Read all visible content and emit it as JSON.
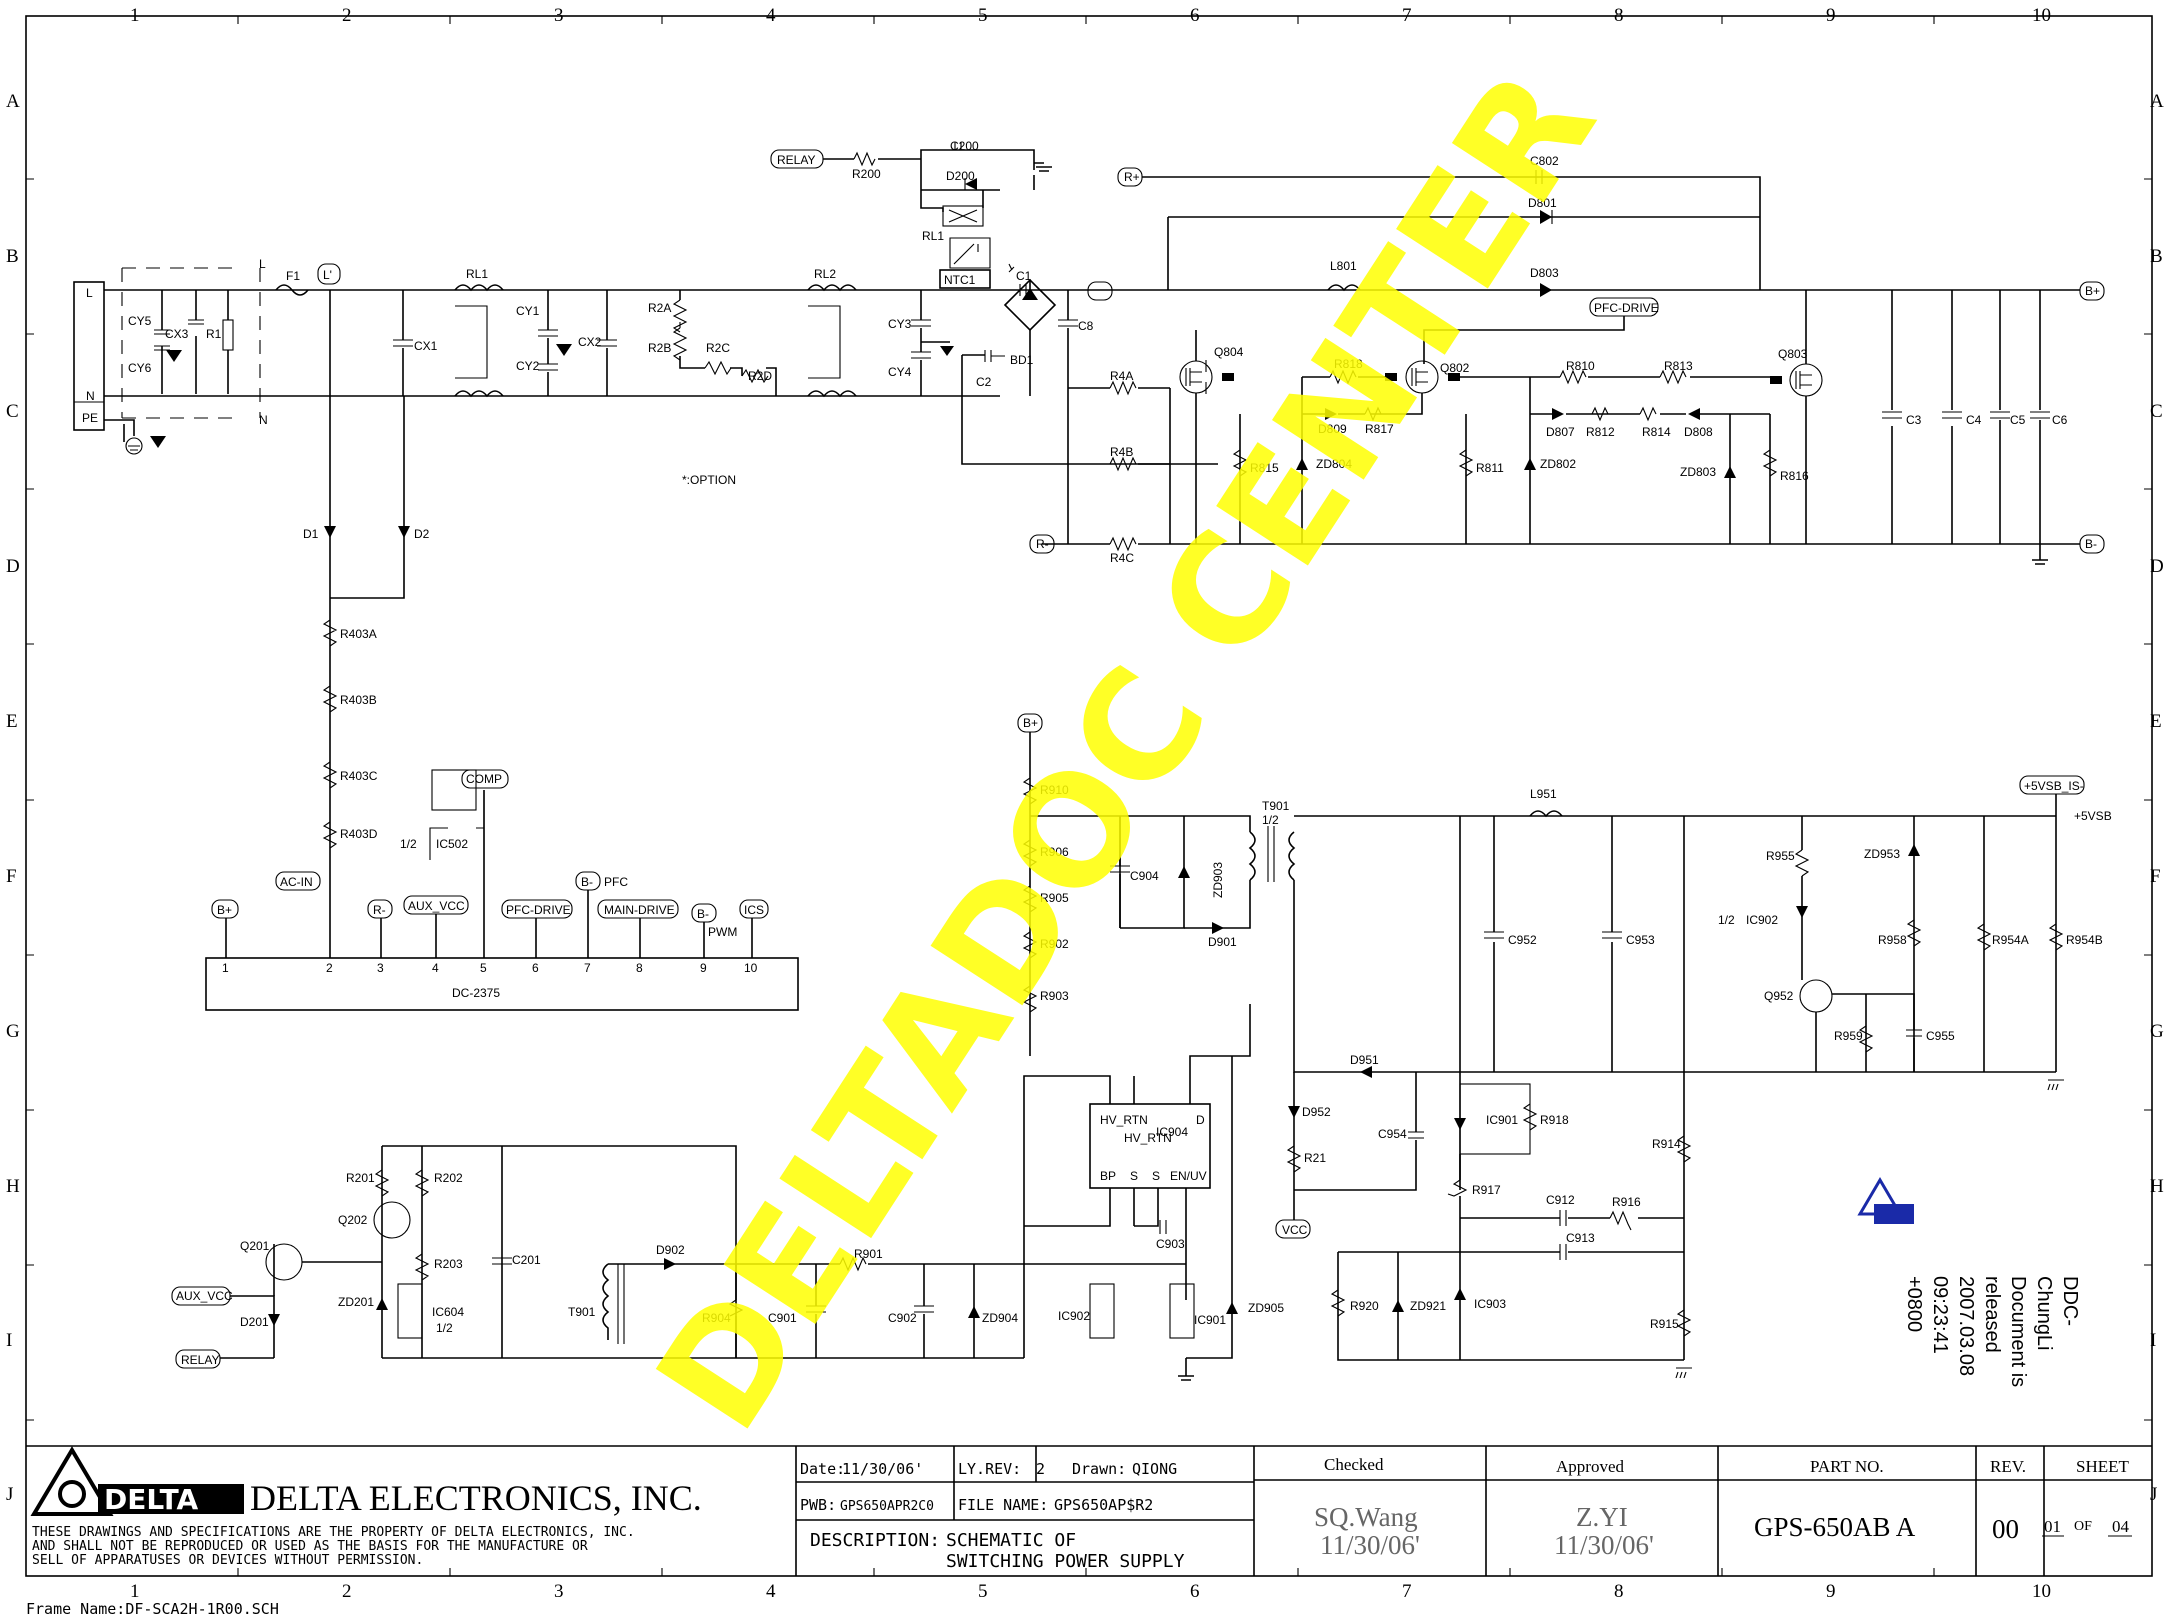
{
  "grid": {
    "columns": [
      "1",
      "2",
      "3",
      "4",
      "5",
      "6",
      "7",
      "8",
      "9",
      "10"
    ],
    "rows": [
      "A",
      "B",
      "C",
      "D",
      "E",
      "F",
      "G",
      "H",
      "I",
      "J"
    ]
  },
  "colors": {
    "watermark": "#ffff00",
    "ink": "#000000",
    "signature": "#666666"
  },
  "watermark": "DELTADOC CENTER",
  "note_option": "*:OPTION",
  "input_terminal": {
    "l": "L",
    "n": "N",
    "pe": "PE"
  },
  "labels": {
    "L_top": "L",
    "N_bot": "N",
    "F1": "F1",
    "Lprime": "L'",
    "CY5": "CY5",
    "CY6": "CY6",
    "CX3": "CX3",
    "R1": "R1",
    "RL1_coil": "RL1",
    "CX1": "CX1",
    "CY1": "CY1",
    "CY2": "CY2",
    "CX2": "CX2",
    "R2A": "R2A",
    "R2B": "R2B",
    "R2C": "R2C",
    "R2D": "R2D",
    "RL2": "RL2",
    "CY3": "CY3",
    "CY4": "CY4",
    "RL1_relay": "RL1",
    "NTC1": "NTC1",
    "C1": "C1",
    "C2": "C2",
    "BD1": "BD1",
    "C8": "C8",
    "R200": "R200",
    "C200": "C200",
    "D200": "D200",
    "C802": "C802",
    "D801": "D801",
    "D803": "D803",
    "L801": "L801",
    "Q804": "Q804",
    "Q802": "Q802",
    "Q803": "Q803",
    "R818": "R818",
    "R817": "R817",
    "D809": "D809",
    "R815": "R815",
    "ZD804": "ZD804",
    "R810": "R810",
    "R813": "R813",
    "D807": "D807",
    "R812": "R812",
    "R814": "R814",
    "D808": "D808",
    "R811": "R811",
    "ZD802": "ZD802",
    "ZD803": "ZD803",
    "R816": "R816",
    "R4A": "R4A",
    "R4B": "R4B",
    "R4C": "R4C",
    "C3": "C3",
    "C4": "C4",
    "C5": "C5",
    "C6": "C6",
    "D1": "D1",
    "D2": "D2",
    "R403A": "R403A",
    "R403B": "R403B",
    "R403C": "R403C",
    "R403D": "R403D",
    "IC502": "IC502",
    "IC502_half": "1/2",
    "DC2375": "DC-2375",
    "PFC": "PFC",
    "PWM": "PWM",
    "R910": "R910",
    "R906": "R906",
    "R905": "R905",
    "R902": "R902",
    "R903": "R903",
    "C904": "C904",
    "ZD903": "ZD903",
    "D901": "D901",
    "T901": "T901",
    "T901_half": "1/2",
    "L951": "L951",
    "C952": "C952",
    "C953": "C953",
    "R955": "R955",
    "ZD953": "ZD953",
    "IC902": "IC902",
    "IC902_half": "1/2",
    "R958": "R958",
    "R954A": "R954A",
    "R954B": "R954B",
    "Q952": "Q952",
    "R959": "R959",
    "C955": "C955",
    "plus5vsb": "+5VSB",
    "D951": "D951",
    "D952": "D952",
    "R21": "R21",
    "C954": "C954",
    "IC901": "IC901",
    "R918": "R918",
    "R914": "R914",
    "R917": "R917",
    "C912": "C912",
    "R916": "R916",
    "C913": "C913",
    "R920": "R920",
    "ZD921": "ZD921",
    "IC903": "IC903",
    "R915": "R915",
    "IC904": "IC904",
    "C903": "C903",
    "IC904_pins": [
      "BP",
      "S",
      "S",
      "EN/UV",
      "HV_RTN",
      "HV_RTN",
      "D"
    ],
    "R201": "R201",
    "R202": "R202",
    "Q202": "Q202",
    "R203": "R203",
    "C201": "C201",
    "Q201": "Q201",
    "ZD201": "ZD201",
    "IC604": "IC604",
    "IC604_half": "1/2",
    "D201": "D201",
    "D902": "D902",
    "R901": "R901",
    "T901b": "T901",
    "R904": "R904",
    "C901": "C901",
    "C902": "C902",
    "ZD904": "ZD904",
    "IC902b": "IC902",
    "IC901b": "IC901",
    "ZD905": "ZD905"
  },
  "ports": {
    "relay": "RELAY",
    "r_plus": "R+",
    "b_plus_r": "B+",
    "r_minus": "R-",
    "b_minus_r": "B-",
    "pfc_drive": "PFC-DRIVE",
    "comp": "COMP",
    "ac_in": "AC-IN",
    "b_plus_c": "B+",
    "r_minus_c": "R-",
    "aux_vcc_c": "AUX_VCC",
    "pfc_drive_c": "PFC-DRIVE",
    "b_minus_c": "B-",
    "main_drive": "MAIN-DRIVE",
    "b_minus_c2": "B-",
    "ics": "ICS",
    "b_plus_sb": "B+",
    "plus5vsb_is": "+5VSB_IS-",
    "vcc": "VCC",
    "aux_vcc": "AUX_VCC",
    "relay2": "RELAY"
  },
  "connector_pins": [
    "1",
    "2",
    "3",
    "4",
    "5",
    "6",
    "7",
    "8",
    "9",
    "10"
  ],
  "stamp": {
    "lines": [
      "DDC-",
      "ChungLi",
      "Document is",
      "released",
      "2007.03.08",
      "09:23:41",
      "+0800"
    ]
  },
  "title_block": {
    "company": "DELTA ELECTRONICS, INC.",
    "logo_text": "DELTA",
    "disclaimer": [
      "THESE DRAWINGS AND SPECIFICATIONS ARE THE PROPERTY OF DELTA ELECTRONICS, INC.",
      "AND SHALL NOT BE REPRODUCED OR USED AS THE BASIS FOR THE MANUFACTURE OR",
      "SELL OF APPARATUSES OR DEVICES WITHOUT PERMISSION."
    ],
    "date_label": "Date:",
    "date": "11/30/06'",
    "ly_rev_label": "LY.REV:",
    "ly_rev": "2",
    "drawn_label": "Drawn:",
    "drawn": "QIONG",
    "pwb_label": "PWB:",
    "pwb": "GPS650APR2C0",
    "file_label": "FILE NAME:",
    "file": "GPS650AP$R2",
    "desc_label": "DESCRIPTION:",
    "desc_1": "SCHEMATIC OF",
    "desc_2": "SWITCHING POWER SUPPLY",
    "checked_label": "Checked",
    "checked_by": "SQ.Wang",
    "checked_date": "11/30/06'",
    "approved_label": "Approved",
    "approved_by": "Z.YI",
    "approved_date": "11/30/06'",
    "part_label": "PART NO.",
    "part": "GPS-650AB A",
    "rev_label": "REV.",
    "rev": "00",
    "sheet_label": "SHEET",
    "sheet_num": "01",
    "sheet_of": "OF",
    "sheet_total": "04"
  },
  "frame_name": "Frame Name:DF-SCA2H-1R00.SCH"
}
